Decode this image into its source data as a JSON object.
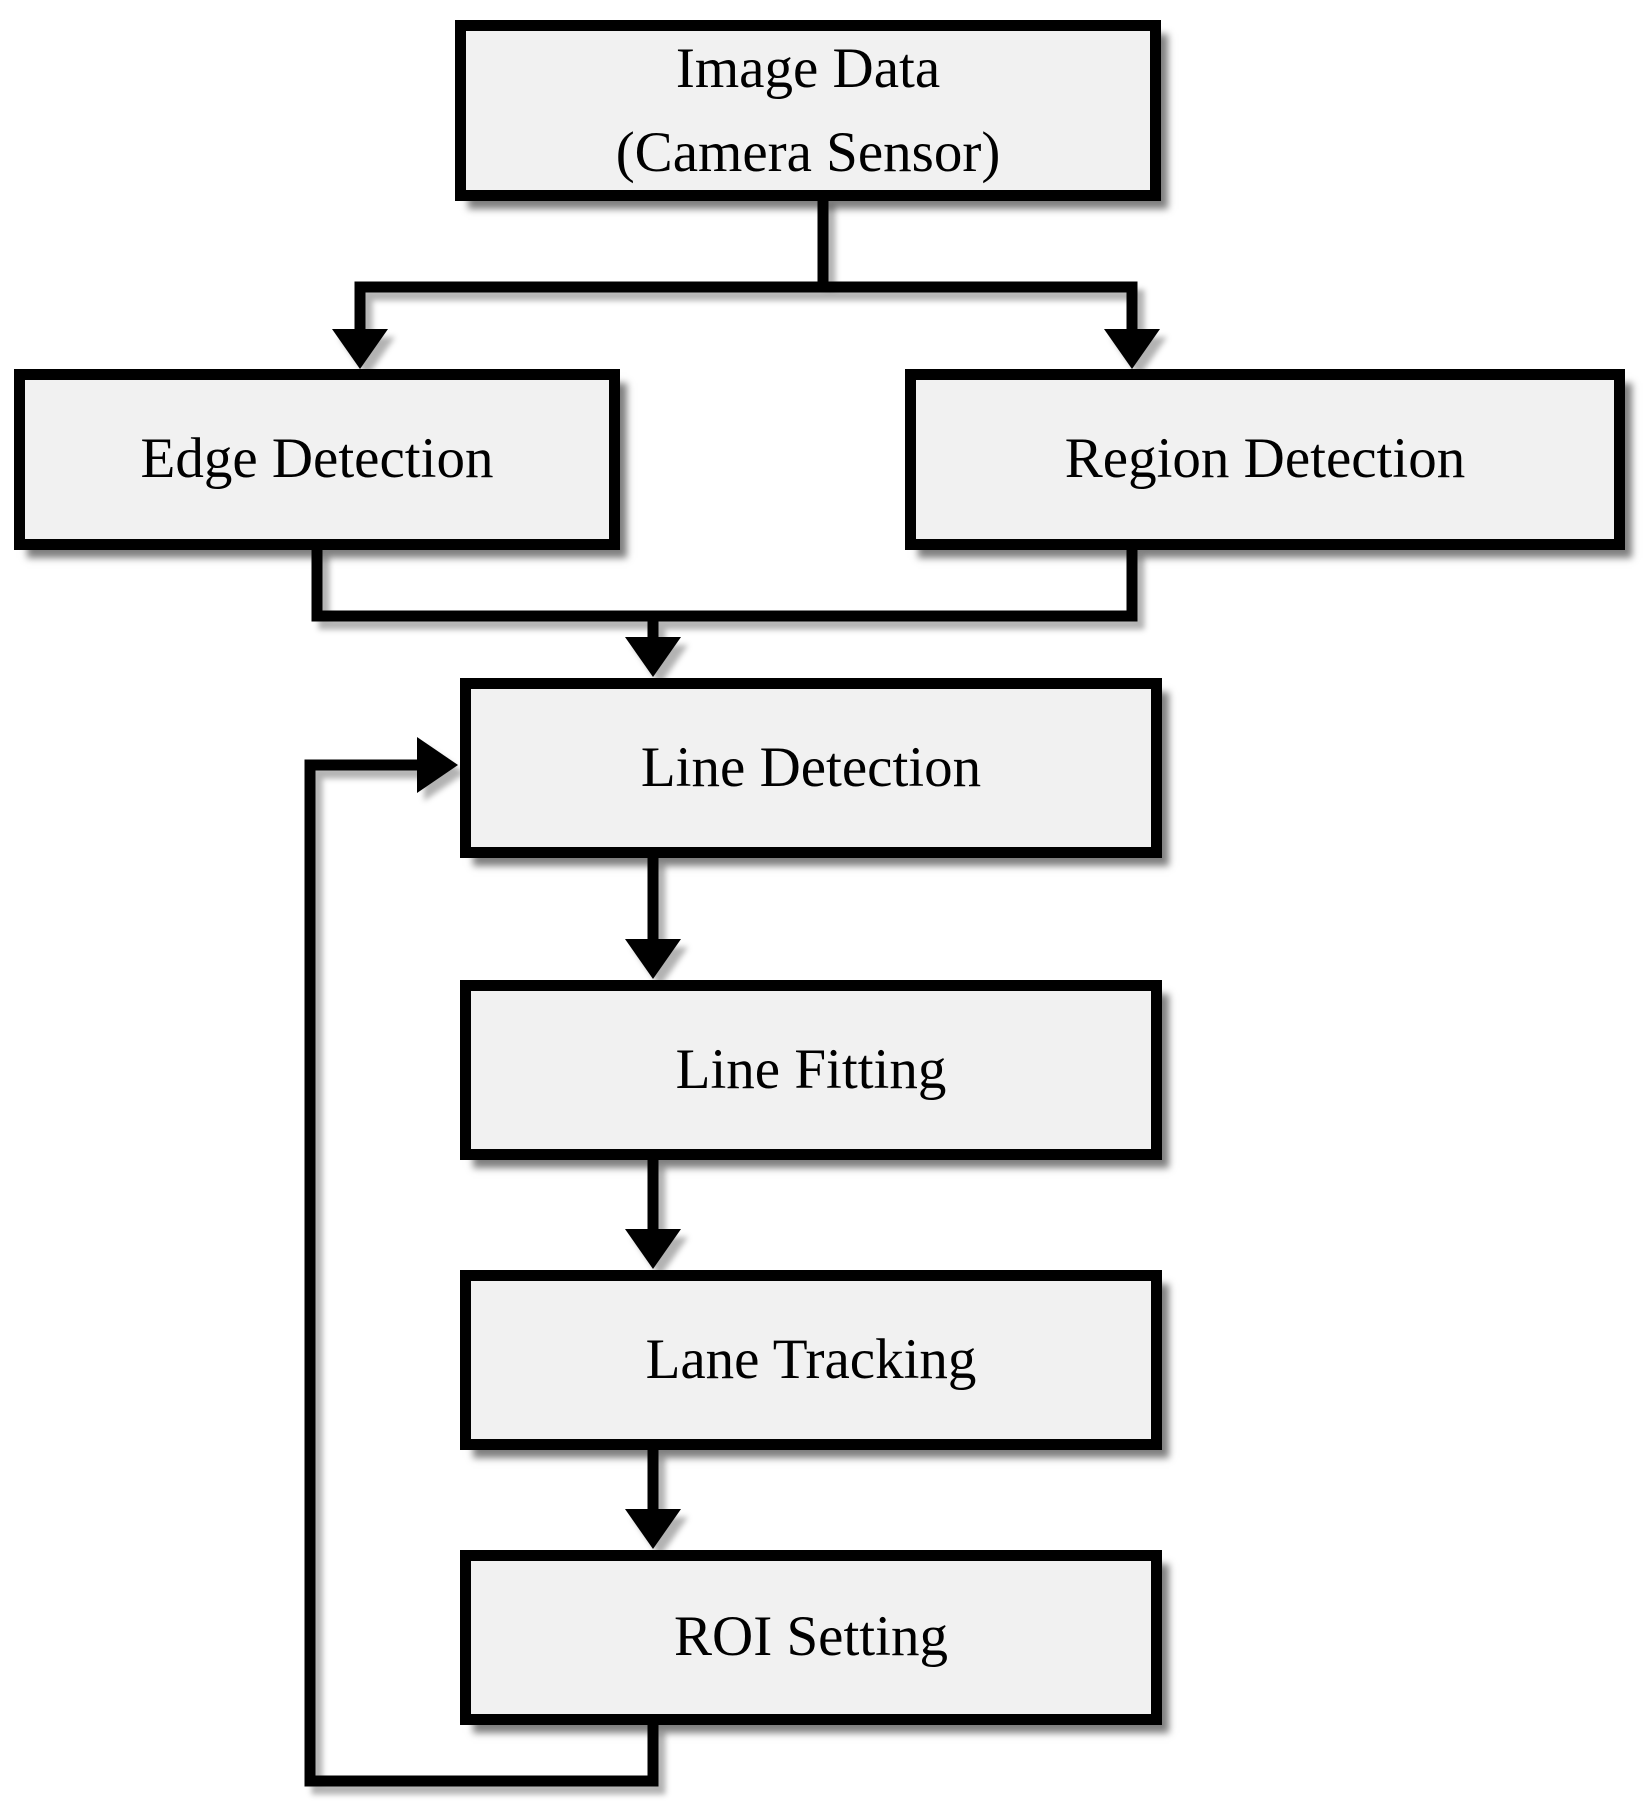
{
  "diagram": {
    "type": "flowchart",
    "background_color": "#ffffff",
    "node_fill_color": "#f1f1f1",
    "node_border_color": "#000000",
    "connector_color": "#000000",
    "text_color": "#000000",
    "shadow_color": "rgba(0,0,0,0.5)",
    "nodes": [
      {
        "id": "image-data",
        "label": "Image Data",
        "sublabel": "(Camera Sensor)"
      },
      {
        "id": "edge-detection",
        "label": "Edge Detection"
      },
      {
        "id": "region-detection",
        "label": "Region Detection"
      },
      {
        "id": "line-detection",
        "label": "Line Detection"
      },
      {
        "id": "line-fitting",
        "label": "Line Fitting"
      },
      {
        "id": "lane-tracking",
        "label": "Lane Tracking"
      },
      {
        "id": "roi-setting",
        "label": "ROI Setting"
      }
    ],
    "edges": [
      {
        "from": "image-data",
        "to": "edge-detection",
        "type": "split"
      },
      {
        "from": "image-data",
        "to": "region-detection",
        "type": "split"
      },
      {
        "from": "edge-detection",
        "to": "line-detection",
        "type": "merge"
      },
      {
        "from": "region-detection",
        "to": "line-detection",
        "type": "merge"
      },
      {
        "from": "line-detection",
        "to": "line-fitting",
        "type": "forward"
      },
      {
        "from": "line-fitting",
        "to": "lane-tracking",
        "type": "forward"
      },
      {
        "from": "lane-tracking",
        "to": "roi-setting",
        "type": "forward"
      },
      {
        "from": "roi-setting",
        "to": "line-detection",
        "type": "feedback-loop"
      }
    ]
  }
}
